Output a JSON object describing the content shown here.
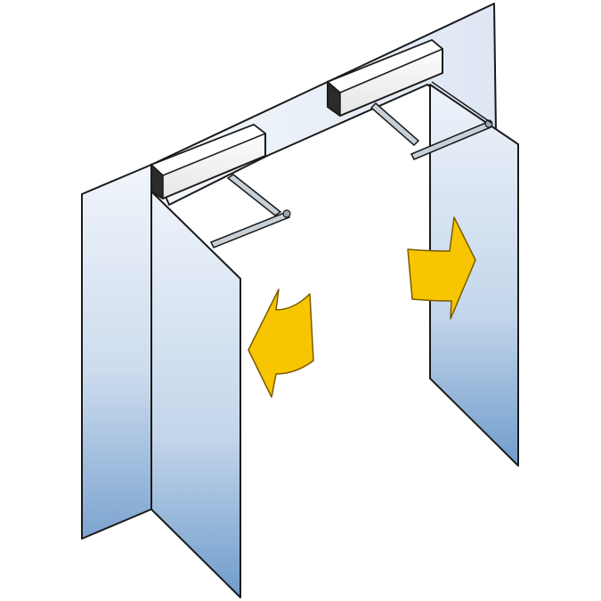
{
  "illustration": {
    "colors": {
      "outline": "#1a1a1a",
      "glass_light": "#eef3fa",
      "glass_mid": "#c9d9ec",
      "glass_dark": "#7ea6d2",
      "operator_face": "#ffffff",
      "operator_shade": "#d9d9d9",
      "operator_end": "#2b2b2b",
      "arm": "#9aa7b4",
      "arrow_fill": "#f7c600",
      "arrow_outline": "#7a5a00"
    },
    "components": {
      "left_fixed_panel": "glass-panel",
      "left_swing_leaf": "glass-panel",
      "right_swing_leaf": "glass-panel",
      "header_transom": "glass-panel",
      "left_operator": "door-operator",
      "right_operator": "door-operator",
      "left_arm": "operator-arm",
      "right_arm": "operator-arm",
      "left_arrow": "arrow-left-icon",
      "right_arrow": "arrow-right-icon"
    }
  }
}
